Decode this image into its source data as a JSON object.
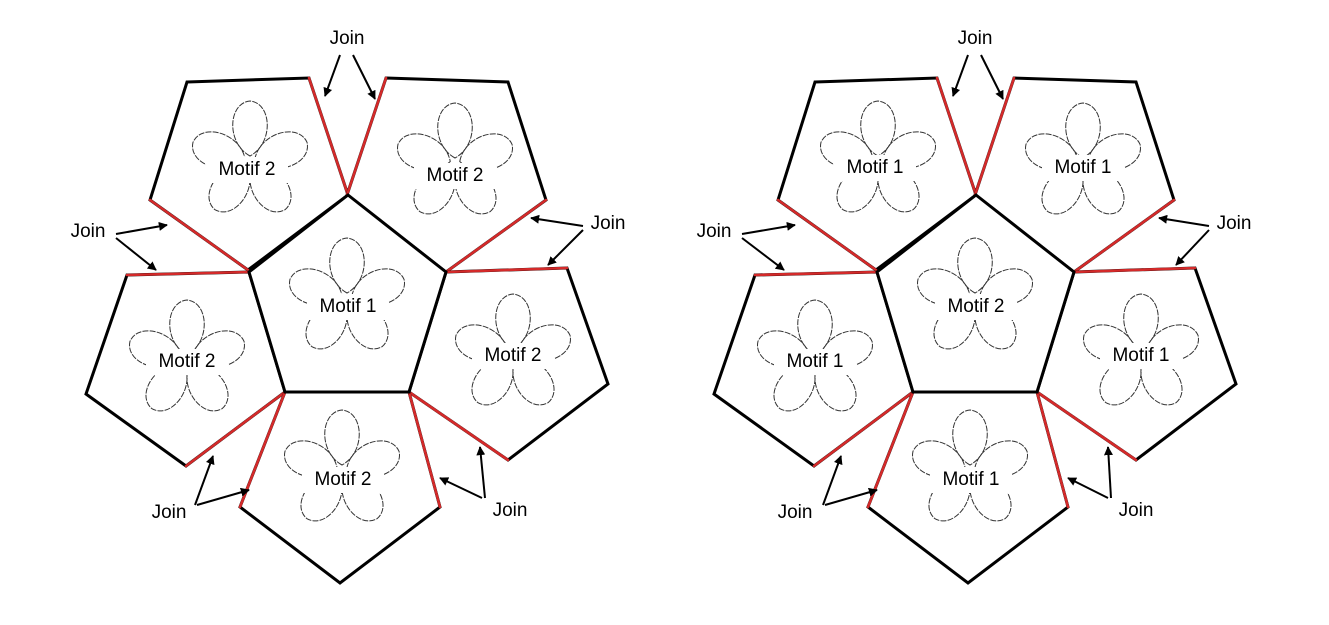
{
  "diagrams": [
    {
      "center_label": "Motif 1",
      "outer_labels": [
        "Motif 2",
        "Motif 2",
        "Motif 2",
        "Motif 2",
        "Motif 2"
      ]
    },
    {
      "center_label": "Motif 2",
      "outer_labels": [
        "Motif 1",
        "Motif 1",
        "Motif 1",
        "Motif 1",
        "Motif 1"
      ]
    }
  ],
  "join_label": "Join",
  "colors": {
    "outline": "#000000",
    "join_edge": "#d42a2a",
    "background": "#ffffff"
  }
}
